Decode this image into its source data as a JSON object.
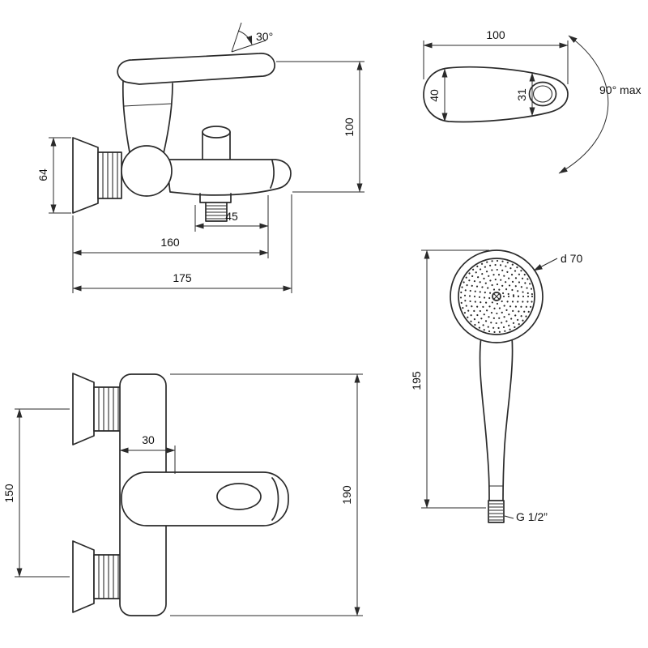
{
  "colors": {
    "line": "#2a2a2a",
    "background": "#ffffff"
  },
  "views": {
    "side": {
      "handle_angle": "30°",
      "height": "100",
      "flange_height": "64",
      "spout_offset": "45",
      "wall_to_spout": "160",
      "total_length": "175"
    },
    "handle_top": {
      "length": "100",
      "left_width": "40",
      "right_width": "31",
      "rotation_limit": "90° max"
    },
    "front": {
      "body_offset": "30",
      "inlet_spacing": "150",
      "total_height": "190"
    },
    "hand_shower": {
      "head_diameter": "d 70",
      "length": "195",
      "thread": "G 1/2”"
    }
  }
}
